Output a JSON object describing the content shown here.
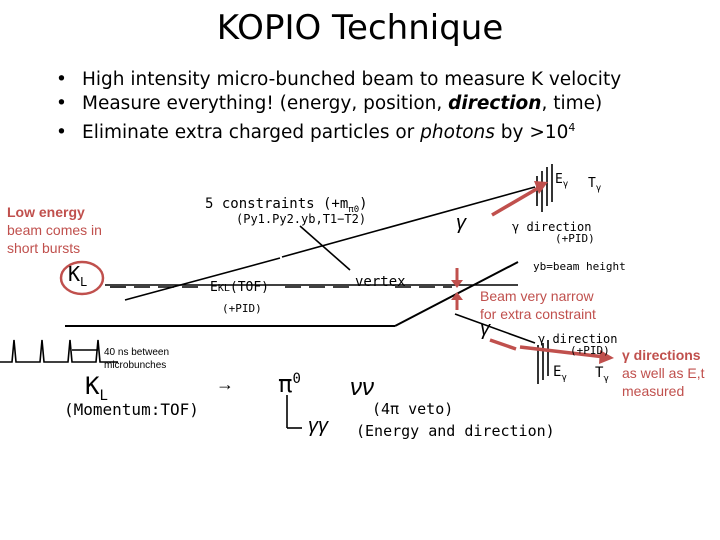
{
  "title": "KOPIO Technique",
  "bullets": [
    {
      "text": "High intensity micro-bunched beam to measure K velocity"
    },
    {
      "pre": "Measure everything! (energy, position, ",
      "bold": "direction",
      "post": ", time)"
    },
    {
      "pre": "Eliminate extra charged particles or ",
      "italic": "photons",
      "post": " by >10",
      "sup": "4"
    }
  ],
  "notes": {
    "low_energy_bold": "Low energy",
    "low_energy_rest_1": "beam comes in",
    "low_energy_rest_2": "short bursts",
    "beam_narrow_1": "Beam very narrow",
    "beam_narrow_2": "for extra constraint",
    "gamma_dir_bold": "γ directions",
    "gamma_dir_1": "as well as E,t",
    "gamma_dir_2": "measured",
    "microbunch_1": "40 ns between",
    "microbunch_2": "microbunches"
  },
  "sketch": {
    "constraints": "5 constraints (+m",
    "constraints_sub": "π0",
    "constraints_end": ")",
    "constraints_vars": "(Py1.Py2.yb,T1−T2)",
    "kl": "K",
    "kl_sub": "L",
    "ekl": "E",
    "ekl_sub": "KL",
    "ekl_tof": "(TOF)",
    "pid": "(+PID)",
    "vertex": "vertex",
    "gamma": "γ",
    "gamma_direction": "γ direction",
    "beam_height": "yb=beam height",
    "e_gamma": "E",
    "t_gamma": "T",
    "gamma_sub": "γ",
    "momentum": "(Momentum:TOF)",
    "pi0": "π",
    "pi0_sup": "0",
    "nunu": "νν",
    "veto": "(4π veto)",
    "gg": "γγ",
    "energy_direction": "(Energy and direction)",
    "arrow": "→"
  },
  "colors": {
    "accent": "#c0504d",
    "ink": "#000000",
    "bg": "#ffffff"
  }
}
